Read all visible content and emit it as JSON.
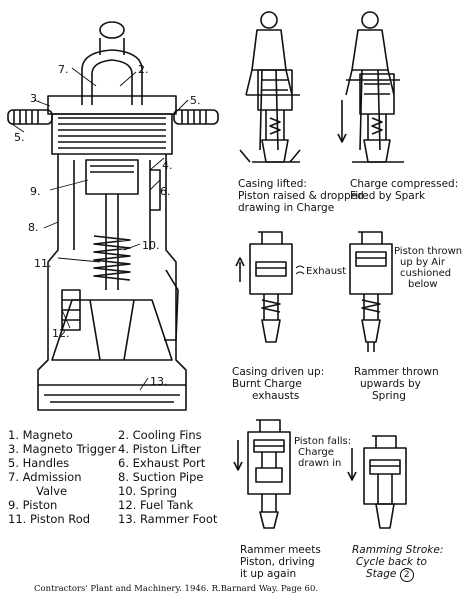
{
  "main_diagram": {
    "callouts": [
      "7.",
      "2.",
      "3.",
      "5.",
      "5.",
      "4.",
      "9.",
      "6.",
      "8.",
      "10.",
      "11.",
      "12.",
      "13."
    ]
  },
  "stages": [
    {
      "caption": [
        "Casing lifted:",
        "Piston raised & dropped",
        "drawing in Charge"
      ]
    },
    {
      "caption": [
        "Charge compressed:",
        "Fired by Spark"
      ]
    },
    {
      "caption": [
        "Casing driven up:",
        "Burnt Charge",
        "exhausts"
      ],
      "note": "Exhaust"
    },
    {
      "caption": [
        "Rammer thrown",
        "upwards by",
        "Spring"
      ],
      "note": [
        "Piston thrown",
        "up by Air",
        "cushioned",
        "below"
      ]
    },
    {
      "caption": [
        "Rammer meets",
        "Piston, driving",
        "it up again"
      ],
      "note": [
        "Piston falls:",
        "Charge",
        "drawn in"
      ]
    },
    {
      "caption": [
        "Ramming Stroke:",
        "Cycle back to",
        "Stage"
      ],
      "stage_ref": "2"
    }
  ],
  "legend": {
    "left": [
      "1. Magneto",
      "3. Magneto Trigger",
      "5. Handles",
      "7. Admission",
      "Valve",
      "9. Piston",
      "11. Piston Rod"
    ],
    "right": [
      "2. Cooling Fins",
      "4. Piston Lifter",
      "6. Exhaust Port",
      "8. Suction Pipe",
      "10. Spring",
      "12. Fuel Tank",
      "13. Rammer Foot"
    ]
  },
  "credit": "Contractors' Plant and Machinery. 1946. R.Barnard Way. Page 60."
}
